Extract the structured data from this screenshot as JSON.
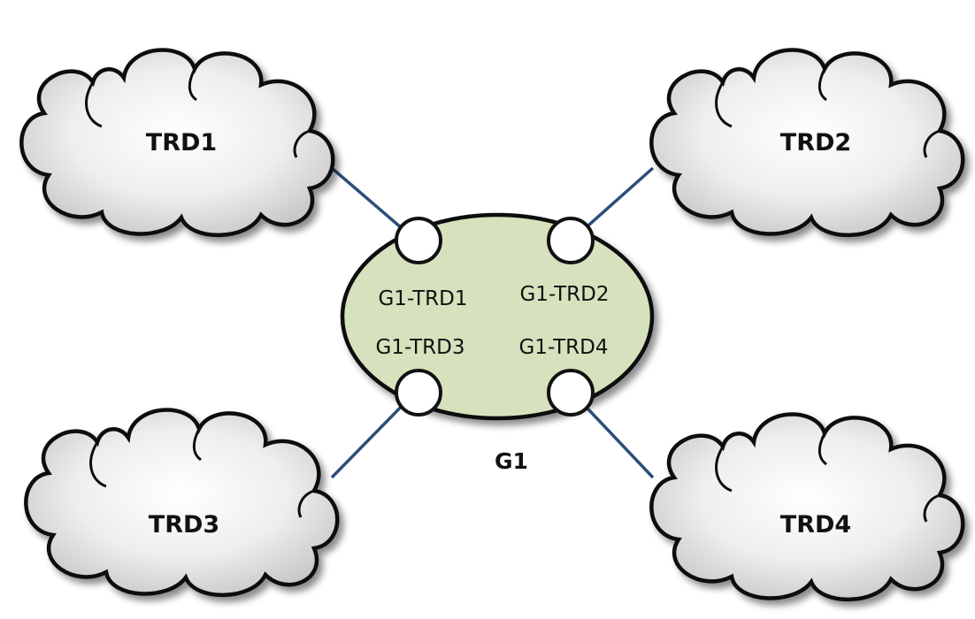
{
  "diagram": {
    "clouds": [
      {
        "id": "trd1",
        "label": "TRD1"
      },
      {
        "id": "trd2",
        "label": "TRD2"
      },
      {
        "id": "trd3",
        "label": "TRD3"
      },
      {
        "id": "trd4",
        "label": "TRD4"
      }
    ],
    "node": {
      "caption": "G1",
      "fill_color": "#d6e2bd",
      "ports": [
        {
          "id": "p1",
          "label": "G1-TRD1"
        },
        {
          "id": "p2",
          "label": "G1-TRD2"
        },
        {
          "id": "p3",
          "label": "G1-TRD3"
        },
        {
          "id": "p4",
          "label": "G1-TRD4"
        }
      ]
    },
    "colors": {
      "link": "#2b4e7a",
      "cloud_light": "#ffffff",
      "cloud_dark": "#c6c6c6",
      "outline": "#111111"
    }
  }
}
